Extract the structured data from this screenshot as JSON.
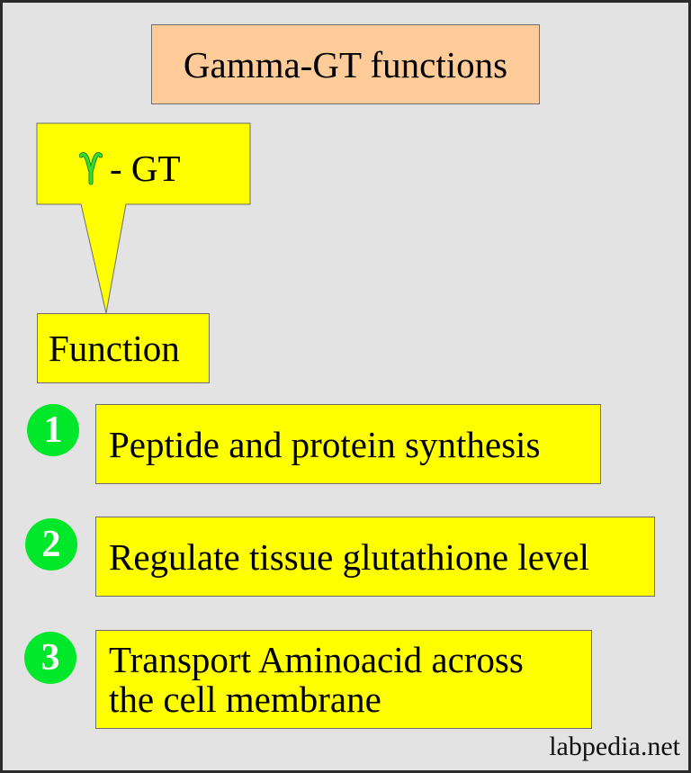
{
  "title": "Gamma-GT functions",
  "callout": {
    "symbol_icon": "gamma-symbol-icon",
    "label": "- GT"
  },
  "function_label": "Function",
  "items": [
    {
      "number": "1",
      "text": "Peptide and protein synthesis"
    },
    {
      "number": "2",
      "text": "Regulate tissue glutathione level"
    },
    {
      "number": "3",
      "text": "Transport Aminoacid across the cell membrane"
    }
  ],
  "watermark": "labpedia.net",
  "colors": {
    "background": "#e3e3e3",
    "title_fill": "#ffcc99",
    "box_fill": "#ffff00",
    "number_badge": "#00e829",
    "gamma": "#33cc33"
  }
}
